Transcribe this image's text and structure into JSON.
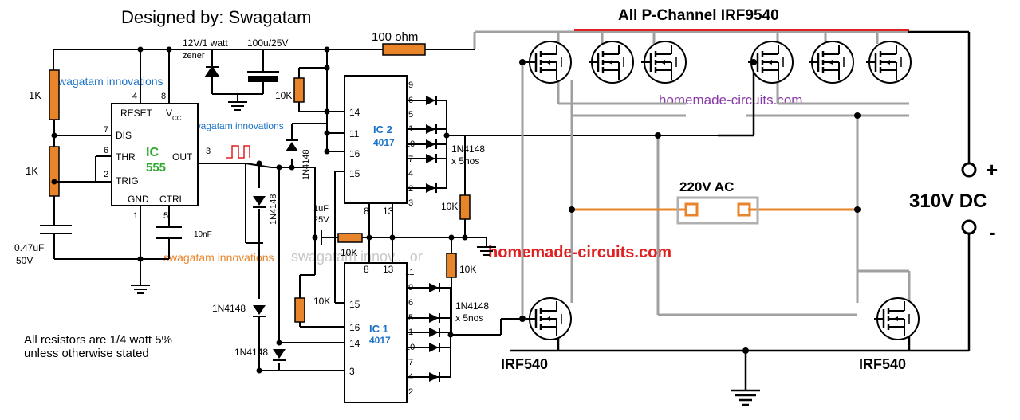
{
  "title": "Designed by: Swagatam",
  "header_label": "All P-Channel IRF9540",
  "watermarks": {
    "swagatam_1": "swagatam innovations",
    "swagatam_2": "swagatam innovations",
    "swagatam_3": "swagatam innovations",
    "swagatam_4": "swagatam innov... or",
    "homemade_1": "homemade-circuits.com",
    "homemade_2": "homemade-circuits.com"
  },
  "ic555": {
    "reset": "RESET",
    "vcc": "V",
    "vcc_sub": "CC",
    "dis": "DIS",
    "thr": "THR",
    "trig": "TRIG",
    "gnd": "GND",
    "ctrl": "CTRL",
    "out": "OUT",
    "name": "IC",
    "number": "555",
    "pins": {
      "p4": "4",
      "p8": "8",
      "p7": "7",
      "p6": "6",
      "p2": "2",
      "p3": "3",
      "p1": "1",
      "p5": "5"
    }
  },
  "ic2": {
    "name": "IC 2",
    "number": "4017",
    "left_pins": [
      "14",
      "11",
      "16",
      "15"
    ],
    "right_pins": [
      "9",
      "6",
      "5",
      "1",
      "10",
      "7",
      "4",
      "2",
      "3"
    ],
    "bottom_pins": [
      "8",
      "13"
    ]
  },
  "ic1": {
    "name": "IC 1",
    "number": "4017",
    "left_pins": [
      "15",
      "16",
      "14",
      "3"
    ],
    "right_pins": [
      "11",
      "9",
      "6",
      "5",
      "1",
      "10",
      "7",
      "4",
      "2"
    ],
    "top_pins": [
      "8",
      "13"
    ]
  },
  "components": {
    "r1k_top": "1K",
    "r1k_mid": "1K",
    "cap_047": "0.47uF",
    "cap_047_v": "50V",
    "cap_10n": "10nF",
    "zener": "12V/1 watt",
    "zener2": "zener",
    "cap_100u": "100u/25V",
    "r_100": "100 ohm",
    "r10k_a": "10K",
    "r10k_b": "10K",
    "r10k_c": "10K",
    "r10k_d": "10K",
    "r10k_e": "10K",
    "cap_1u": "1uF",
    "cap_1u_v": "25V",
    "diode_1n4148_v1": "1N4148",
    "diode_1n4148_v2": "1N4148",
    "diode_1n4148_a": "1N4148",
    "diode_1n4148_b": "1N4148",
    "diodes_ic2": "1N4148",
    "diodes_ic2_qty": "x 5nos",
    "diodes_ic1": "1N4148",
    "diodes_ic1_qty": "x 5nos",
    "ac_label": "220V AC",
    "dc_label": "310V DC",
    "plus": "+",
    "minus": "-",
    "irf540_left": "IRF540",
    "irf540_right": "IRF540"
  },
  "note_line1": "All resistors are 1/4 watt 5%",
  "note_line2": "unless otherwise stated",
  "colors": {
    "wire": "#000000",
    "grey_wire": "#a0a0a0",
    "resistor": "#e8842a",
    "ac_wire": "#e8842a",
    "red_wire": "#e02020",
    "label_blue": "#1a73c8",
    "label_green": "#2eaa2e"
  }
}
